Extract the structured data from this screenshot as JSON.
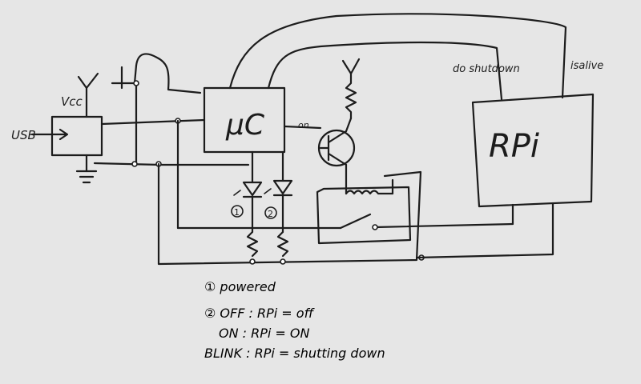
{
  "labels": {
    "vcc": "Vcc",
    "usb": "USB",
    "microcontroller": "µC",
    "out": "on",
    "rpi": "RPi",
    "shutdown": "do shutdown",
    "is_alive": "isalive",
    "led1_num": "1",
    "led2_num": "2"
  },
  "legend": [
    "① powered",
    "② OFF : RPi = off",
    "ON : RPi = ON",
    "BLINK : RPi = shutting down"
  ]
}
